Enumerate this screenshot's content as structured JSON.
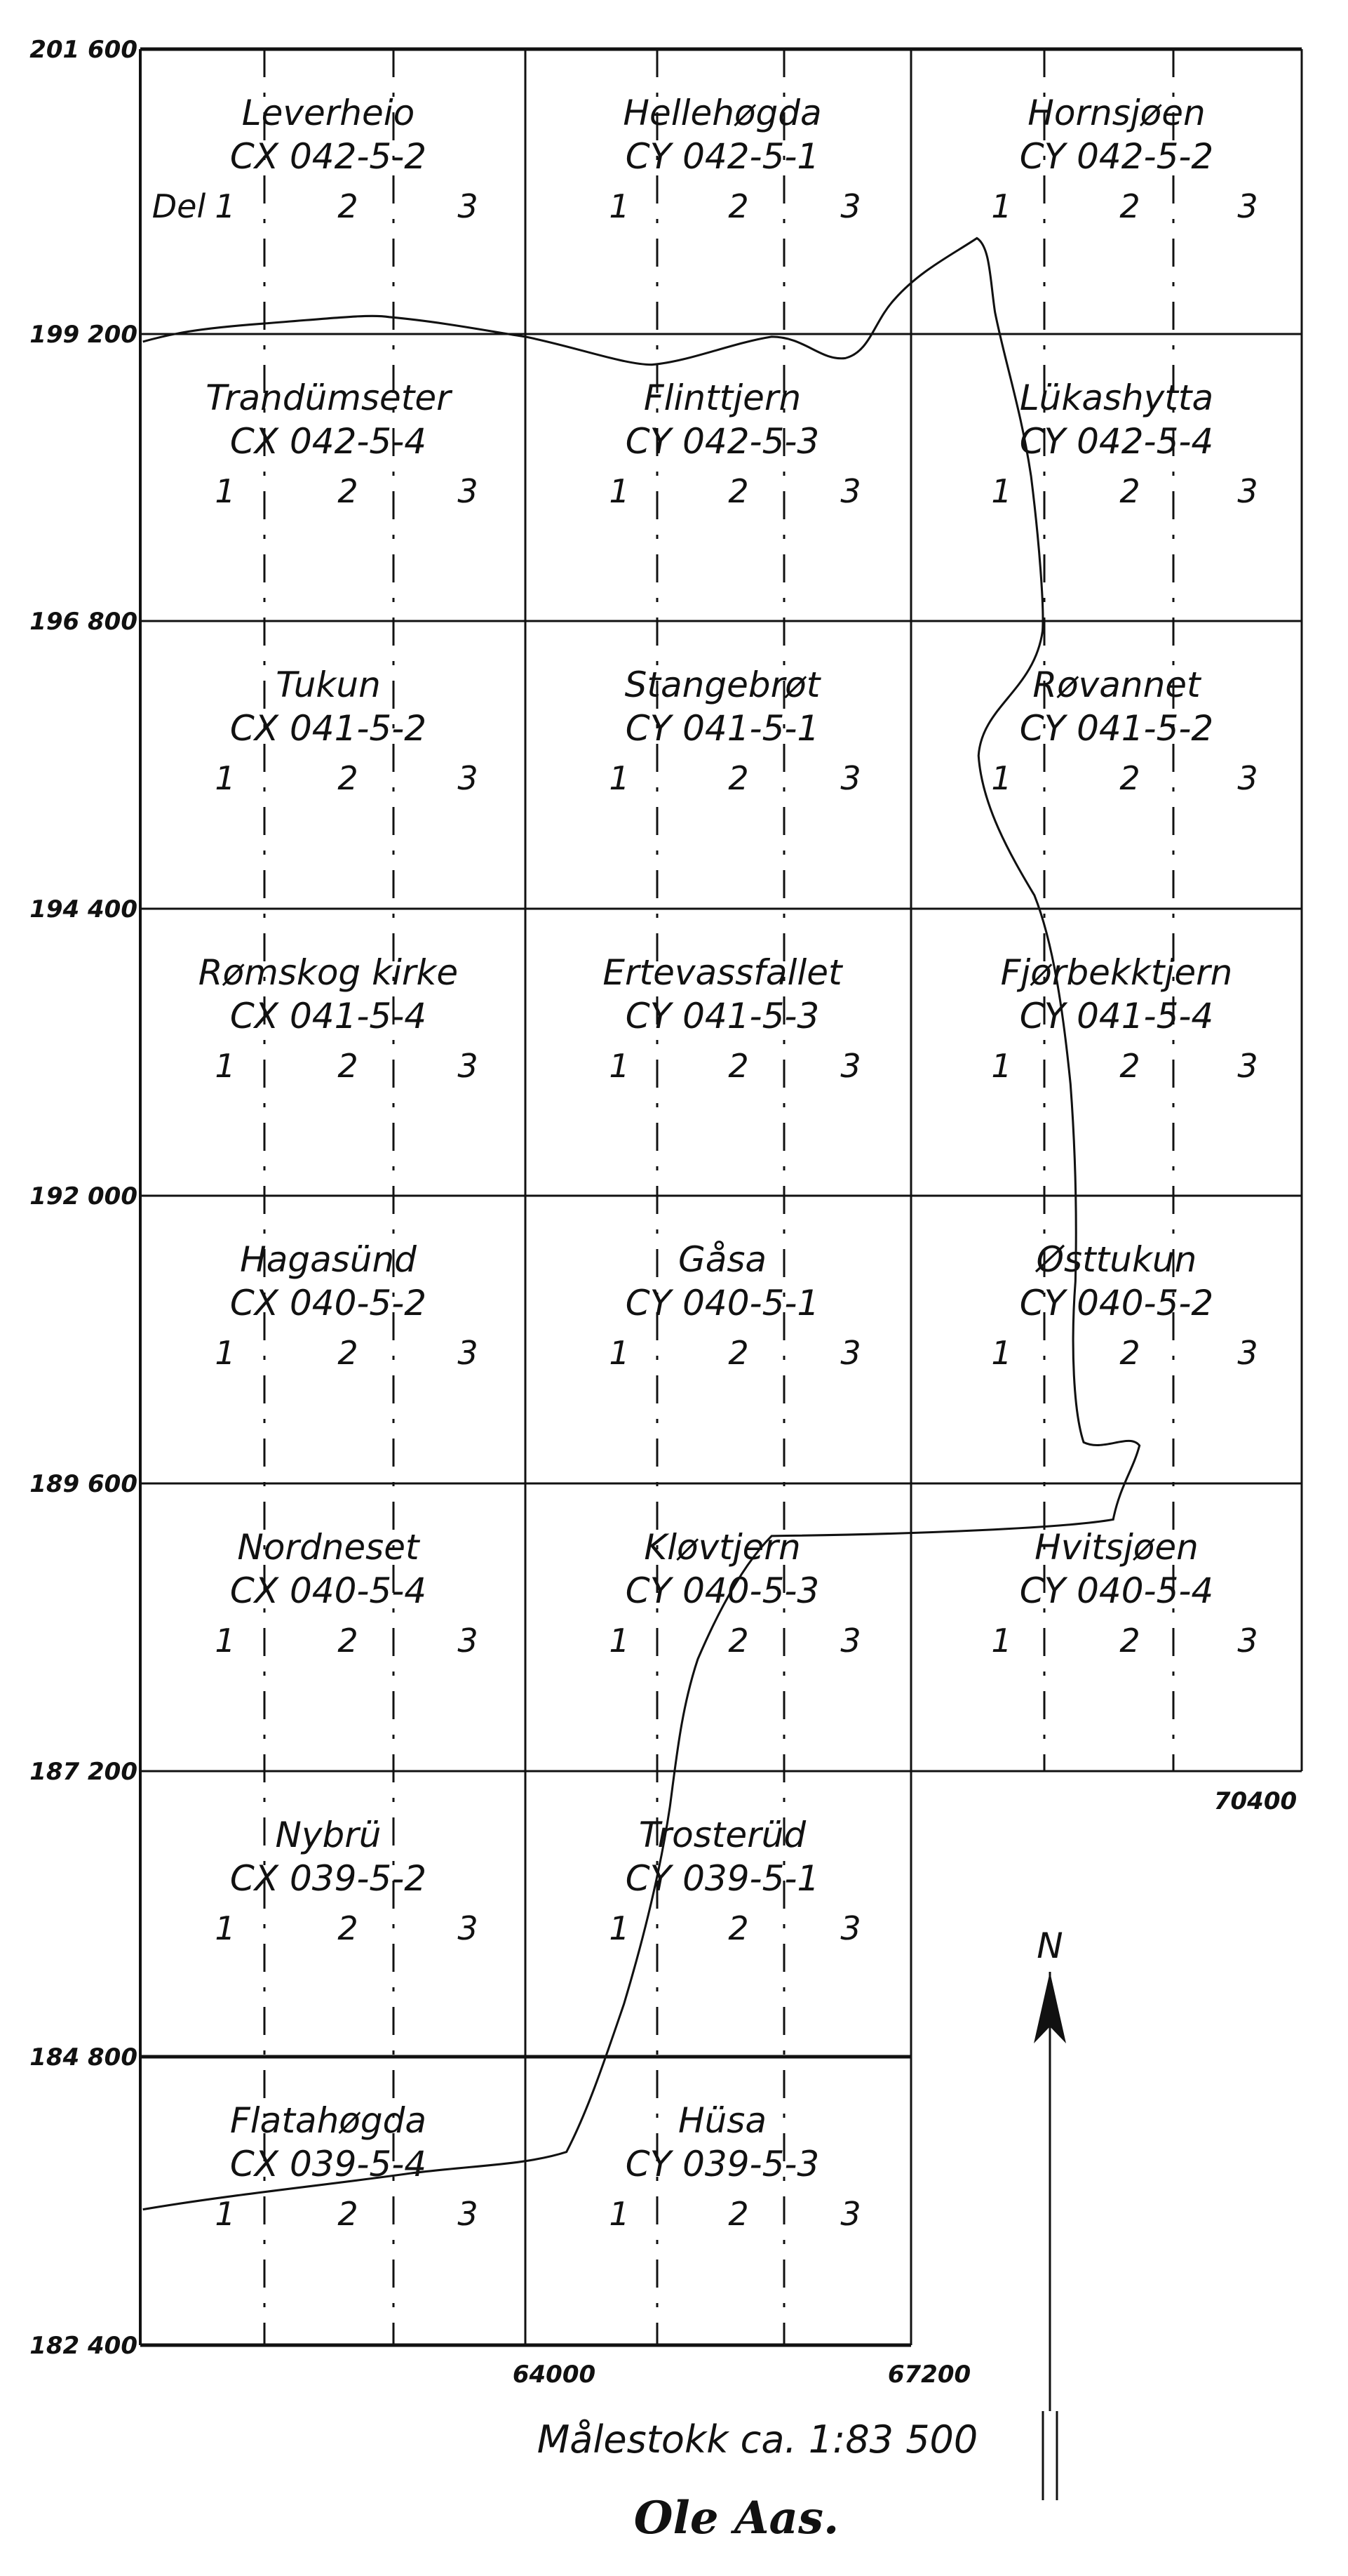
{
  "del_label": "Del",
  "parts": [
    "1",
    "2",
    "3"
  ],
  "rows": [
    {
      "northing": "201 600",
      "cells": [
        {
          "name": "Leverheio",
          "code": "CX 042-5-2"
        },
        {
          "name": "Hellehøgda",
          "code": "CY 042-5-1"
        },
        {
          "name": "Hornsjøen",
          "code": "CY 042-5-2"
        }
      ]
    },
    {
      "northing": "199 200",
      "cells": [
        {
          "name": "Trandümseter",
          "code": "CX 042-5-4"
        },
        {
          "name": "Flinttjern",
          "code": "CY 042-5-3"
        },
        {
          "name": "Lükashytta",
          "code": "CY 042-5-4"
        }
      ]
    },
    {
      "northing": "196 800",
      "cells": [
        {
          "name": "Tukun",
          "code": "CX 041-5-2"
        },
        {
          "name": "Stangebrøt",
          "code": "CY 041-5-1"
        },
        {
          "name": "Røvannet",
          "code": "CY 041-5-2"
        }
      ]
    },
    {
      "northing": "194 400",
      "cells": [
        {
          "name": "Rømskog kirke",
          "code": "CX 041-5-4"
        },
        {
          "name": "Ertevassfallet",
          "code": "CY 041-5-3"
        },
        {
          "name": "Fjørbekktjern",
          "code": "CY 041-5-4"
        }
      ]
    },
    {
      "northing": "192 000",
      "cells": [
        {
          "name": "Hagasünd",
          "code": "CX 040-5-2"
        },
        {
          "name": "Gåsa",
          "code": "CY 040-5-1"
        },
        {
          "name": "Østtukun",
          "code": "CY 040-5-2"
        }
      ]
    },
    {
      "northing": "189 600",
      "cells": [
        {
          "name": "Nordneset",
          "code": "CX 040-5-4"
        },
        {
          "name": "Kløvtjern",
          "code": "CY 040-5-3"
        },
        {
          "name": "Hvitsjøen",
          "code": "CY 040-5-4"
        }
      ]
    },
    {
      "northing": "187 200",
      "cells": [
        {
          "name": "Nybrü",
          "code": "CX 039-5-2"
        },
        {
          "name": "Trosterüd",
          "code": "CY 039-5-1"
        }
      ]
    },
    {
      "northing": "184 800",
      "cells": [
        {
          "name": "Flatahøgda",
          "code": "CX 039-5-4"
        },
        {
          "name": "Hüsa",
          "code": "CY 039-5-3"
        }
      ]
    }
  ],
  "bottom_northing": "182 400",
  "eastings": [
    "64000",
    "67200",
    "70400"
  ],
  "north_label": "N",
  "scale_text": "Målestokk ca. 1:83 500",
  "signature": "Ole Aas."
}
